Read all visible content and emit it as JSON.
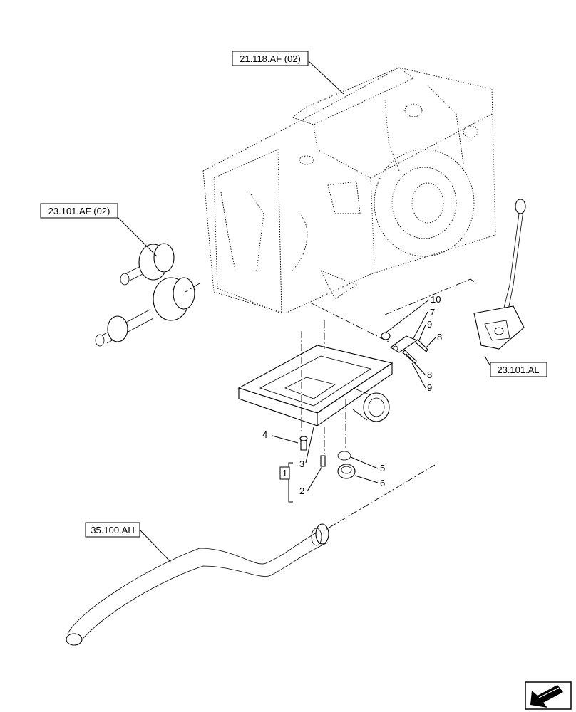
{
  "references": [
    {
      "id": "ref-21-118",
      "label": "21.118.AF (02)"
    },
    {
      "id": "ref-23-101-af",
      "label": "23.101.AF (02)"
    },
    {
      "id": "ref-23-101-al",
      "label": "23.101.AL"
    },
    {
      "id": "ref-35-100",
      "label": "35.100.AH"
    }
  ],
  "callouts": {
    "n1": "1",
    "n2": "2",
    "n3": "3",
    "n4": "4",
    "n5": "5",
    "n6": "6",
    "n7": "7",
    "n8a": "8",
    "n8b": "8",
    "n9a": "9",
    "n9b": "9",
    "n10": "10"
  },
  "nav_icon": "arrow-down-left-icon"
}
